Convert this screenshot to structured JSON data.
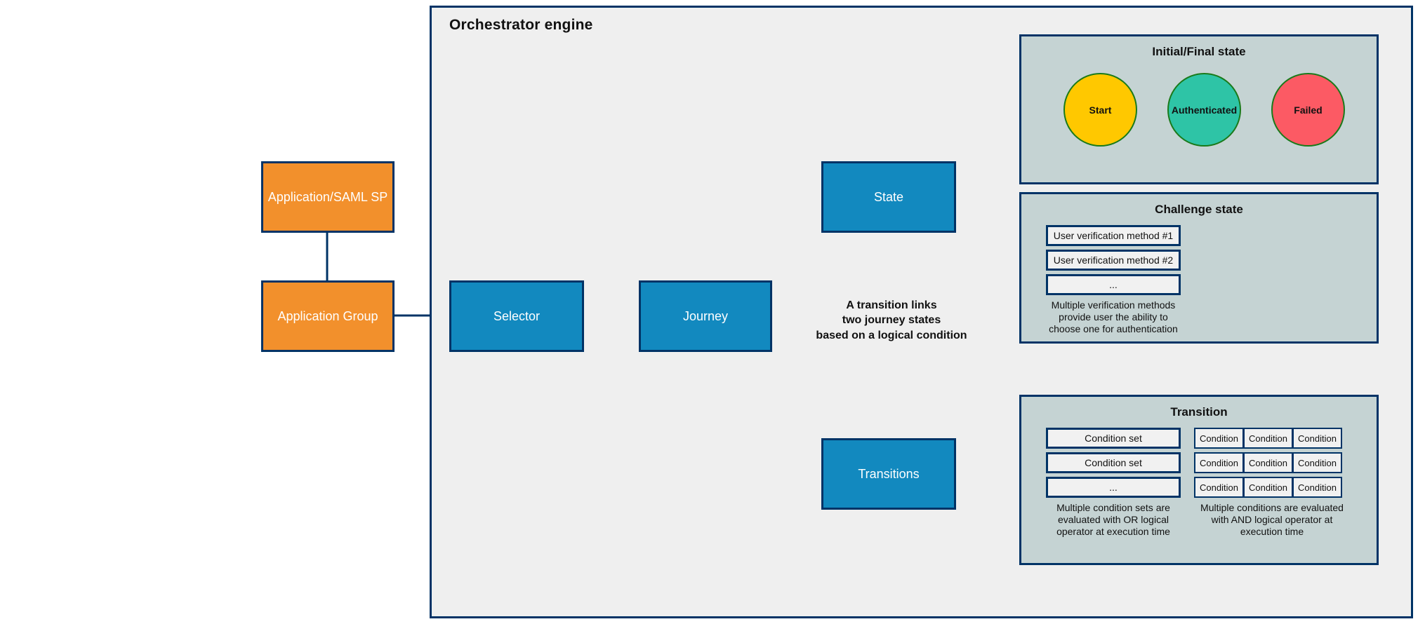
{
  "engine": {
    "title": "Orchestrator engine"
  },
  "entities": {
    "application_saml_sp": "Application/SAML SP",
    "application_group": "Application Group",
    "selector": "Selector",
    "journey": "Journey",
    "state": "State",
    "transitions": "Transitions"
  },
  "note": "A transition links\ntwo journey states\nbased on a logical condition",
  "panels": {
    "initial_final": {
      "title": "Initial/Final state",
      "circles": [
        {
          "label": "Start",
          "color": "#ffc800"
        },
        {
          "label": "Authenticated",
          "color": "#2ec4a6"
        },
        {
          "label": "Failed",
          "color": "#fc5a64"
        }
      ]
    },
    "challenge": {
      "title": "Challenge state",
      "methods": [
        "User verification method #1",
        "User verification method #2",
        "..."
      ],
      "caption": "Multiple verification methods\nprovide user the ability to\nchoose one for authentication"
    },
    "transition": {
      "title": "Transition",
      "condition_sets": [
        "Condition set",
        "Condition set",
        "..."
      ],
      "condition_sets_caption": "Multiple condition sets are\nevaluated with OR logical\noperator at execution time",
      "conditions_grid": [
        [
          "Condition",
          "Condition",
          "Condition"
        ],
        [
          "Condition",
          "Condition",
          "Condition"
        ],
        [
          "Condition",
          "Condition",
          "Condition"
        ]
      ],
      "conditions_caption": "Multiple conditions are evaluated\nwith AND logical operator at\nexecution time"
    }
  },
  "colors": {
    "stroke": "#003366",
    "entity_orange": "#f2902c",
    "entity_blue": "#1289bf",
    "panel_bg": "#c5d3d3",
    "engine_bg": "#efefef",
    "circle_border": "#1a7a1a"
  }
}
